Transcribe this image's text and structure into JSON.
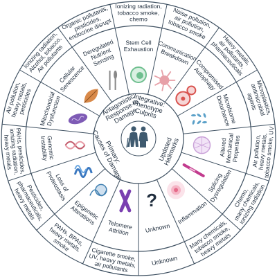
{
  "center_labels": {
    "primary_line1": "Primary:",
    "primary_line2": "Causes of Damage",
    "updated": "Updated",
    "hallmarks": "Hallmarks",
    "antagonistic_line1": "Antagonistic:",
    "antagonistic_line2": "Response to",
    "antagonistic_line3": "Damage",
    "integrative_line1": "Integrative:",
    "integrative_line2": "Phenotype",
    "integrative_line3": "Culprits"
  },
  "hallmarks": [
    {
      "id": "stem-cell-exhaustion",
      "label": [
        "Stem Cell",
        "Exhaustion"
      ],
      "icon": "stem-cell-icon",
      "color": "#6fbf8f"
    },
    {
      "id": "communication-breakdown",
      "label": [
        "Communication",
        "Breakdown"
      ],
      "icon": "neuron-icon",
      "color": "#e7a0a8"
    },
    {
      "id": "compromised-autophagy",
      "label": [
        "Compromised",
        "Autophagy"
      ],
      "icon": "autophagy-icon",
      "color": "#d9534f"
    },
    {
      "id": "microbiome-disturbance",
      "label": [
        "Microbiome",
        "Disturbance"
      ],
      "icon": "microbiome-icon",
      "color": "#5aa0c8"
    },
    {
      "id": "altered-mechanical-properties",
      "label": [
        "Altered",
        "Mechanical",
        "Properties"
      ],
      "icon": "mesh-icon",
      "color": "#c9a0d8"
    },
    {
      "id": "splicing-dysregulation",
      "label": [
        "Splicing",
        "Dysregulation"
      ],
      "icon": "rna-icon",
      "color": "#c23b8e"
    },
    {
      "id": "inflammation",
      "label": [
        "Inflammation"
      ],
      "icon": "inflammation-icon",
      "color": "#e56b8a"
    },
    {
      "id": "unknown",
      "label": [
        "Unknown"
      ],
      "icon": "question-mark-icon",
      "color": "#111111"
    },
    {
      "id": "telomere-attrition",
      "label": [
        "Telomere",
        "Attrition"
      ],
      "icon": "chromosome-icon",
      "color": "#7a3fb0"
    },
    {
      "id": "epigenetic-alterations",
      "label": [
        "Epigenetic",
        "Alterations"
      ],
      "icon": "nucleosome-icon",
      "color": "#3f7fb0"
    },
    {
      "id": "loss-of-proteostasis",
      "label": [
        "Loss of",
        "Proteostasis"
      ],
      "icon": "protein-icon",
      "color": "#3a78c0"
    },
    {
      "id": "genomic-instability",
      "label": [
        "Genomic",
        "Instability"
      ],
      "icon": "dna-icon",
      "color": "#c25a6a"
    },
    {
      "id": "mitochondrial-dysfunction",
      "label": [
        "Mitochondrial",
        "Dysfunction"
      ],
      "icon": "mitochondrion-icon",
      "color": "#7e5bb5"
    },
    {
      "id": "cellular-senescence",
      "label": [
        "Cellular",
        "Senescence"
      ],
      "icon": "leaf-icon",
      "color": "#d98a4a"
    },
    {
      "id": "deregulated-nutrient-sensing",
      "label": [
        "Deregulated",
        "Nutrient",
        "Sensing"
      ],
      "icon": "cutlery-icon",
      "color": "#888888"
    }
  ],
  "exposures": [
    [
      "Ionizing radiation,",
      "tobacco smoke,",
      "chemo"
    ],
    [
      "Noise pollution,",
      "air pollution,",
      "tobacco smoke"
    ],
    [
      "Heavy metals,",
      "air pollutants,",
      "pharmaceuticals"
    ],
    [
      "Microplastics,",
      "antimicrobial",
      "agents"
    ],
    [
      "Air pollution,",
      "heavy metals,",
      "tobacco smoke, UV"
    ],
    [
      "Chemo,",
      "many chemicals,",
      "ionizing radiation"
    ],
    [
      "Many chemicals,",
      "tobacco smoke,",
      "heavy metals"
    ],
    [
      "Unknown"
    ],
    [
      "Cigarette smoke,",
      "UV, heavy metals,",
      "air pollutants"
    ],
    [
      "PAHs, BPAs,",
      "heavy metals,",
      "smoke"
    ],
    [
      "Pesticides,",
      "pharmaceuticals,",
      "heavy metals"
    ],
    [
      "PAHs, pesticides,",
      "ionizing radiation,",
      "heavy metals"
    ],
    [
      "Air pollution,",
      "heavy metals,",
      "pesticides"
    ],
    [
      "Ionizing radiation,",
      "Alcohol, tobacco,",
      "Air pollutants"
    ],
    [
      "Organic pollutants,",
      "pesticides,",
      "endocrine disrupt"
    ]
  ]
}
